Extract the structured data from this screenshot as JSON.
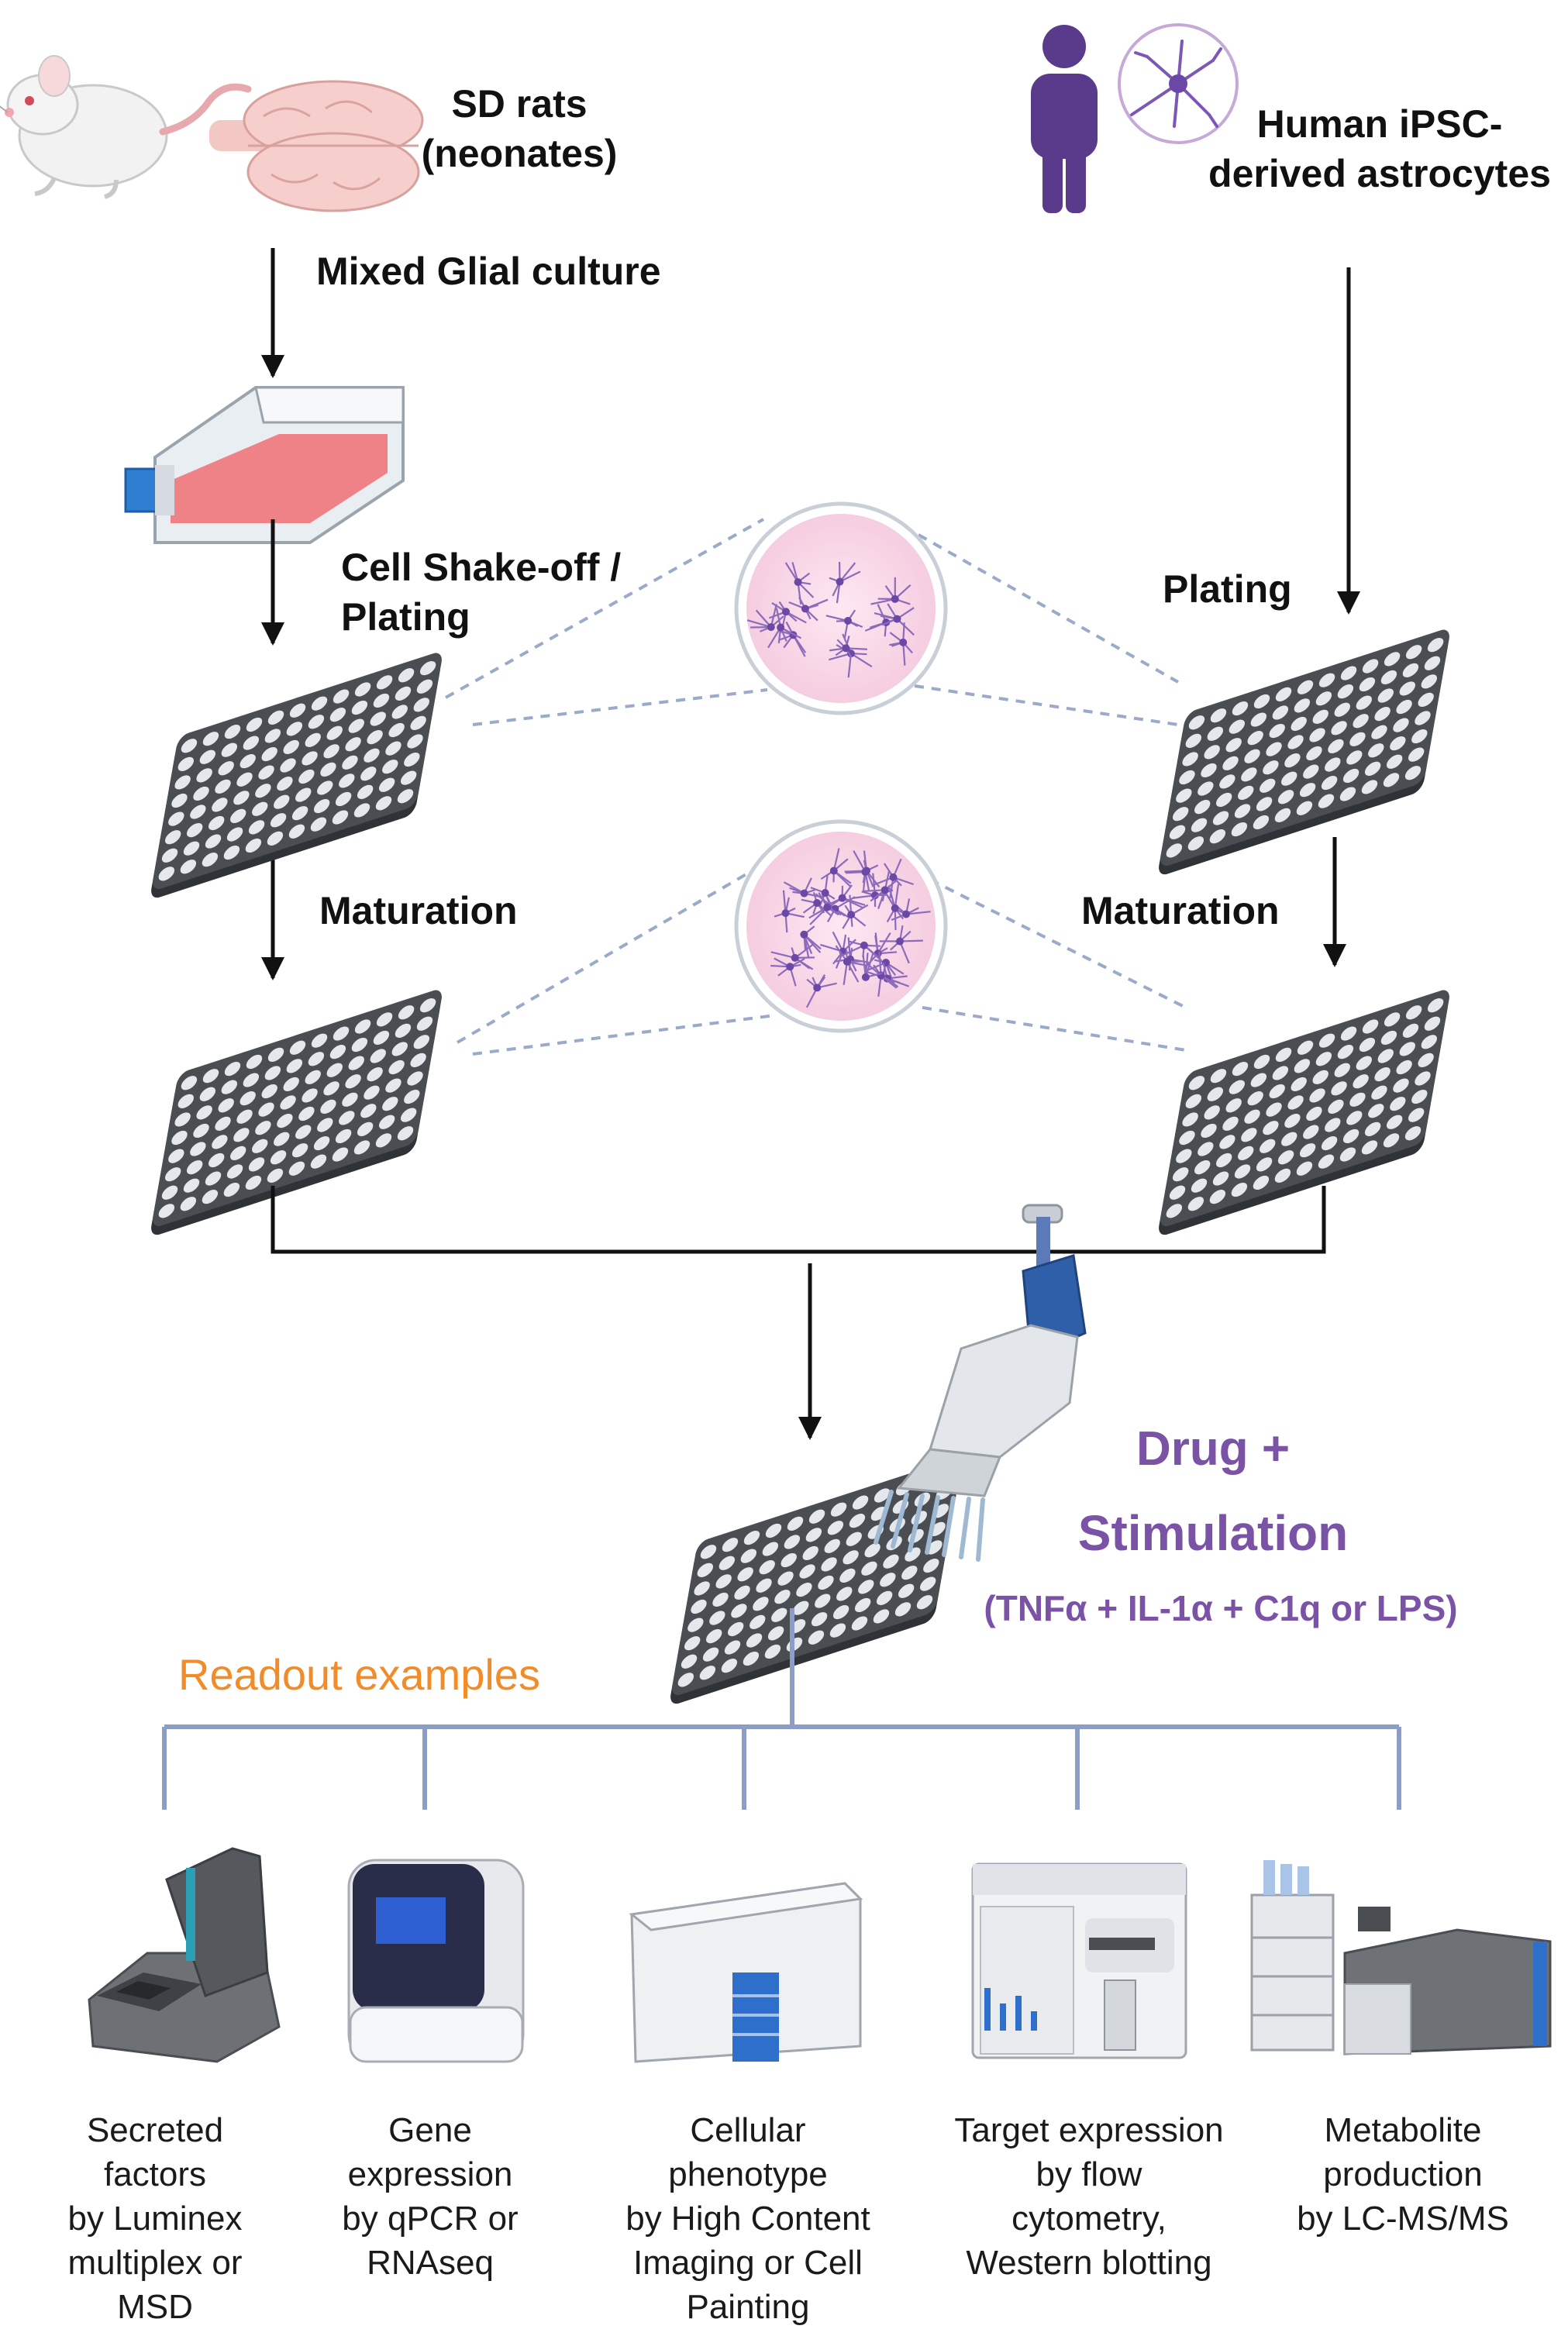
{
  "labels": {
    "sd_rats": [
      "SD rats",
      "(neonates)"
    ],
    "human_ipsc": [
      "Human iPSC-",
      "derived astrocytes"
    ],
    "mixed_glial": "Mixed Glial culture",
    "shake_off": [
      "Cell Shake-off /",
      "Plating"
    ],
    "plating_right": "Plating",
    "maturation_left": "Maturation",
    "maturation_right": "Maturation"
  },
  "drug": {
    "line1": "Drug +",
    "line2": "Stimulation",
    "line3": "(TNFα + IL-1α + C1q or LPS)"
  },
  "readout": {
    "title": "Readout examples",
    "items": [
      {
        "name": "luminex",
        "lines": [
          "Secreted",
          "factors",
          "by Luminex",
          "multiplex or",
          "MSD"
        ]
      },
      {
        "name": "qpcr",
        "lines": [
          "Gene",
          "expression",
          "by qPCR or",
          "RNAseq"
        ]
      },
      {
        "name": "imaging",
        "lines": [
          "Cellular",
          "phenotype",
          "by High Content",
          "Imaging or Cell",
          "Painting"
        ]
      },
      {
        "name": "flow",
        "lines": [
          "Target expression",
          "by flow",
          "cytometry,",
          "Western blotting"
        ]
      },
      {
        "name": "lcms",
        "lines": [
          "Metabolite",
          "production",
          "by LC-MS/MS"
        ]
      }
    ]
  },
  "colors": {
    "accent_purple": "#7a52a6",
    "readout_orange": "#f28c28",
    "tree_blue": "#8c9ec5",
    "plate_dark": "#4a4d52",
    "well": "#e4e8ec",
    "dashed": "#9aaac8",
    "flask_red": "#ef6f73",
    "cap_blue": "#2f7ed2",
    "pipette_blue": "#2f5fa8"
  }
}
